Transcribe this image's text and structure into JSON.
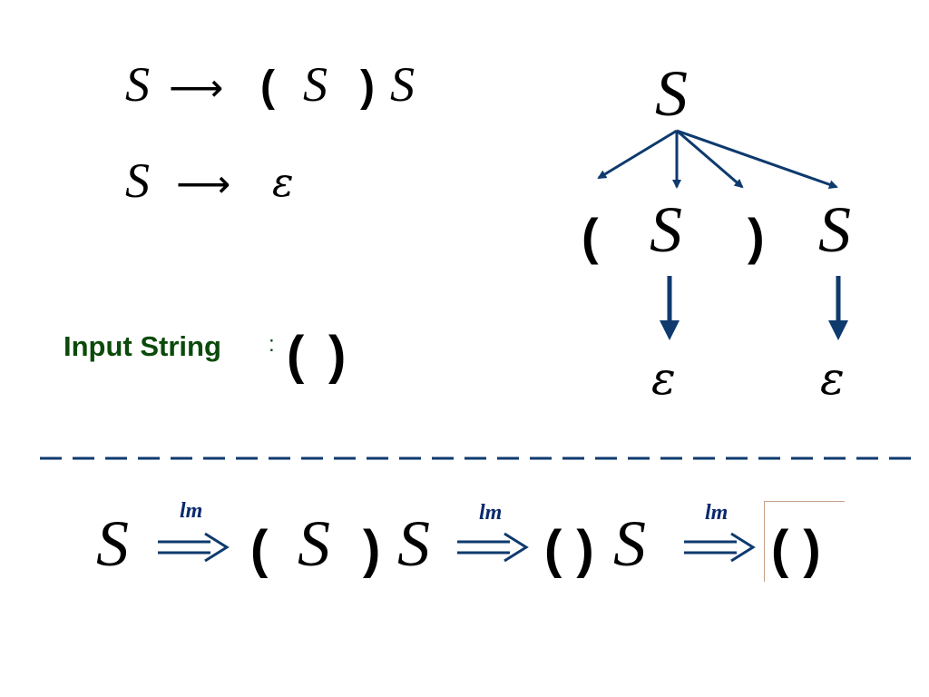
{
  "grammar": {
    "rule1": {
      "lhs": "S",
      "arrow": "⟶",
      "open": "(",
      "inner": "S",
      "close": ")",
      "tail": "S"
    },
    "rule2": {
      "lhs": "S",
      "arrow": "⟶",
      "rhs": "ε"
    }
  },
  "input": {
    "label": "Input String",
    "colon": ":",
    "open": "(",
    "close": ")"
  },
  "tree": {
    "root": "S",
    "children": [
      "(",
      "S",
      ")",
      "S"
    ],
    "leaves": [
      "ε",
      "ε"
    ]
  },
  "derivation": {
    "start": "S",
    "step_label": "lm",
    "form1": {
      "open": "(",
      "inner": "S",
      "close": ")",
      "tail": "S"
    },
    "form2": {
      "parens": "( )",
      "tail": "S"
    },
    "form3": {
      "parens": "( )"
    }
  },
  "colors": {
    "tree_arrows": "#0e3a6e",
    "input_label": "#0b4a0b",
    "lm_label": "#0a2a6e",
    "derive_arrow": "#0e3a6e",
    "separator": "#0e3a6e",
    "result_box": "#c8a08a"
  }
}
